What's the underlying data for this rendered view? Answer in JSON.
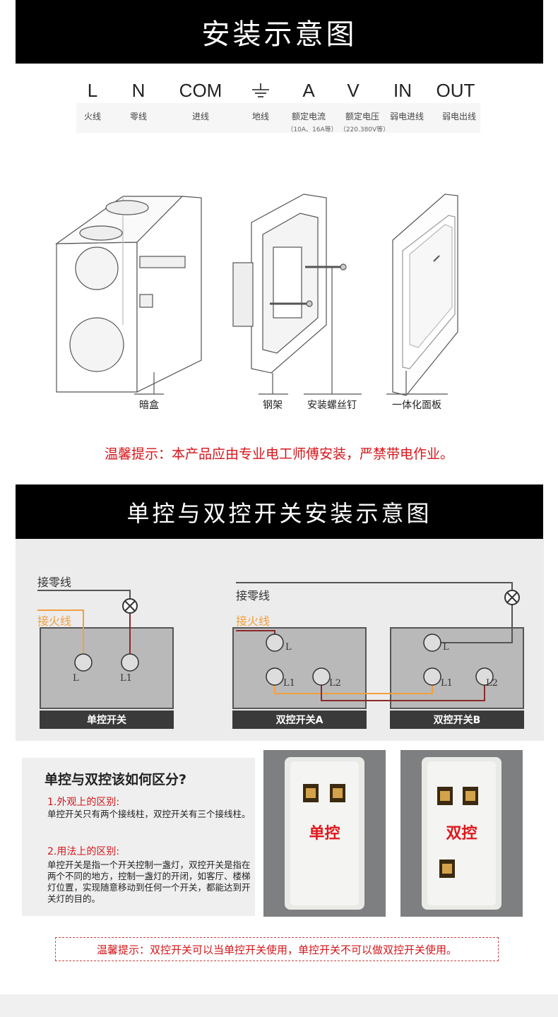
{
  "banner1": {
    "title": "安装示意图"
  },
  "legend": [
    {
      "code": "L",
      "name": "火线",
      "sub": ""
    },
    {
      "code": "N",
      "name": "零线",
      "sub": ""
    },
    {
      "code": "COM",
      "name": "进线",
      "sub": ""
    },
    {
      "code": "",
      "name": "地线",
      "sub": "",
      "icon": "ground-icon"
    },
    {
      "code": "A",
      "name": "额定电流",
      "sub": "（10A、16A等）"
    },
    {
      "code": "V",
      "name": "额定电压",
      "sub": "（220.380V等）"
    },
    {
      "code": "IN",
      "name": "弱电进线",
      "sub": ""
    },
    {
      "code": "OUT",
      "name": "弱电出线",
      "sub": ""
    }
  ],
  "parts": {
    "box": "暗盒",
    "frame": "钢架",
    "screw": "安装螺丝钉",
    "panel": "一体化面板"
  },
  "warning1": "温馨提示：本产品应由专业电工师傅安装，严禁带电作业。",
  "banner2": {
    "title": "单控与双控开关安装示意图"
  },
  "wiring": {
    "neutral_label": "接零线",
    "live_label": "接火线",
    "terminal_L": "L",
    "terminal_L1": "L1",
    "terminal_L2": "L2",
    "single_title": "单控开关",
    "double_a_title": "双控开关A",
    "double_b_title": "双控开关B",
    "colors": {
      "live": "#f0a040",
      "neutral": "#555555",
      "load": "#8b2a2a"
    }
  },
  "info": {
    "title": "单控与双控该如何区分?",
    "h1": "1.外观上的区别:",
    "p1": "单控开关只有两个接线柱，双控开关有三个接线柱。",
    "h2": "2.用法上的区别:",
    "p2": "单控开关是指一个开关控制一盏灯，双控开关是指在两个不同的地方，控制一盏灯的开闭，如客厅、楼梯灯位置，实现随意移动到任何一个开关，都能达到开关灯的目的。"
  },
  "photos": {
    "single": "单控",
    "double": "双控"
  },
  "warning2": "温馨提示：双控开关可以当单控开关使用，单控开关不可以做双控开关使用。"
}
